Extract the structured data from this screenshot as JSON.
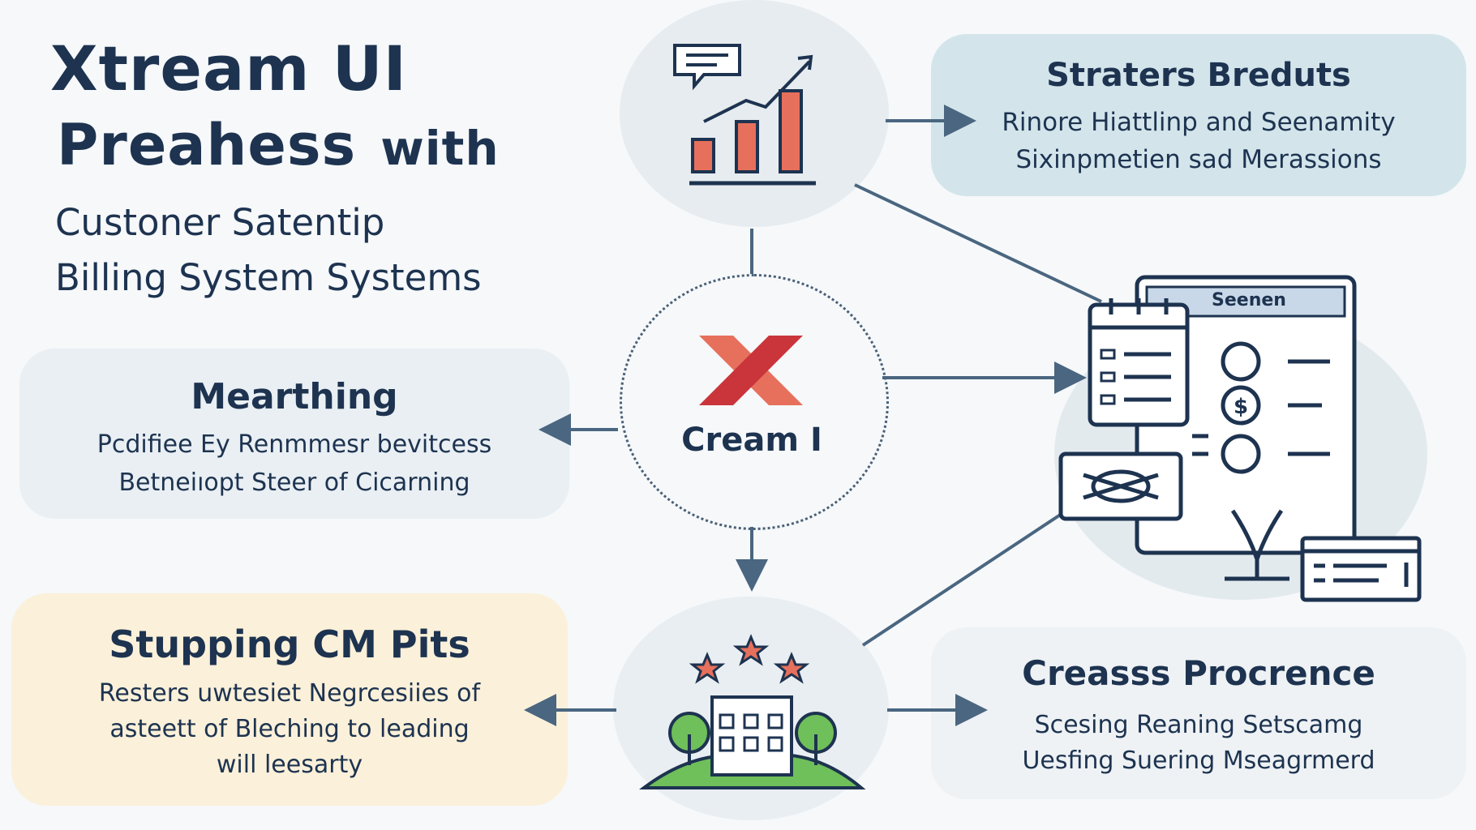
{
  "title": {
    "line1": "Xtream UI",
    "line2": "Preahess",
    "line2_suffix": "with",
    "subtitle1": "Custoner Satentip",
    "subtitle2": "Billing System Systems"
  },
  "center": {
    "label": "Cream I"
  },
  "boxes": {
    "top_right": {
      "heading": "Straters Breduts",
      "lines": [
        "Rinore Hiattlinp and Seenamity",
        "Sixinpmetien sad Merassions"
      ]
    },
    "middle_left": {
      "heading": "Mearthing",
      "lines": [
        "Pcdifiee Ey Renmmesr bevitcess",
        "Betneiıopt Steer of Cicarning"
      ]
    },
    "bottom_left": {
      "heading": "Stupping CM Pits",
      "lines": [
        "Resters uwtesiet Negrcesiies of",
        "asteett of Bleching to leading",
        "will leesarty"
      ]
    },
    "bottom_right": {
      "heading": "Creasss Procrence",
      "lines": [
        "Scesing Reaning Setscamg",
        "Uesfing Suering Mseagrmerd"
      ]
    }
  },
  "illustration": {
    "screen_label": "Seenen"
  },
  "colors": {
    "navy": "#1d3350",
    "arrow": "#4a6680",
    "chart_red": "#e7705c",
    "logo_red": "#d9463d",
    "green": "#5cb85c",
    "box_blue": "#d3e5eb",
    "box_cream": "#fbf0d9"
  },
  "icons": [
    "chart-growth-icon",
    "chat-bubble-icon",
    "x-logo-icon",
    "building-stars-icon",
    "computer-dashboard-icon",
    "calendar-icon",
    "dollar-coin-icon",
    "router-icon"
  ]
}
